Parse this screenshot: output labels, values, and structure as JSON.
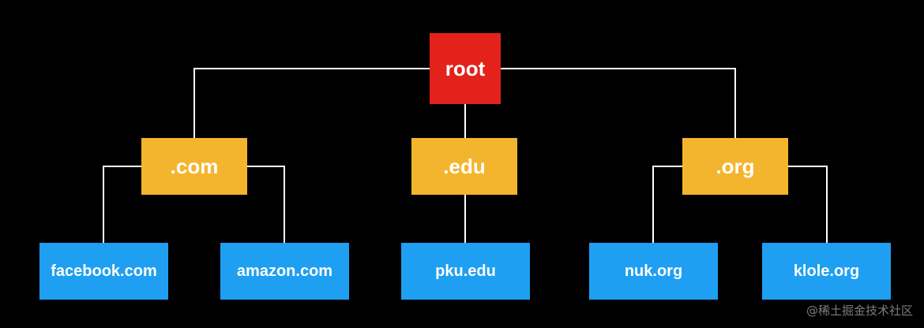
{
  "diagram": {
    "root": {
      "label": "root"
    },
    "tlds": [
      {
        "label": ".com"
      },
      {
        "label": ".edu"
      },
      {
        "label": ".org"
      }
    ],
    "domains": [
      {
        "label": "facebook.com",
        "parent": ".com"
      },
      {
        "label": "amazon.com",
        "parent": ".com"
      },
      {
        "label": "pku.edu",
        "parent": ".edu"
      },
      {
        "label": "nuk.org",
        "parent": ".org"
      },
      {
        "label": "klole.org",
        "parent": ".org"
      }
    ]
  },
  "watermark": "@稀土掘金技术社区",
  "colors": {
    "background": "#000000",
    "root": "#e3221b",
    "tld": "#f4b52e",
    "domain": "#1e9ff2",
    "connector": "#ffffff",
    "text": "#ffffff"
  }
}
